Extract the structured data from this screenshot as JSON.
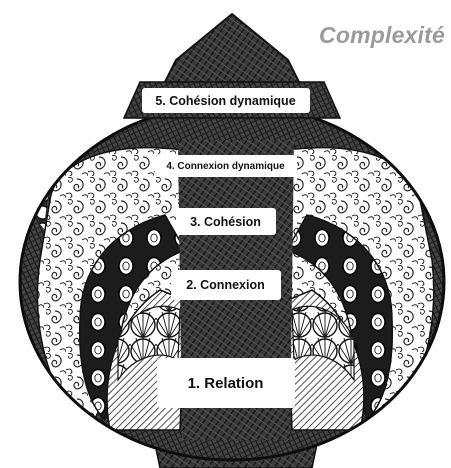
{
  "title": "Complexité",
  "levels": [
    {
      "label": "5. Cohésion dynamique"
    },
    {
      "label": "4. Connexion dynamique"
    },
    {
      "label": "3. Cohésion"
    },
    {
      "label": "2. Connexion"
    },
    {
      "label": "1. Relation"
    }
  ],
  "colors": {
    "ink": "#1a1a1a",
    "title": "#9a9a9a",
    "paper": "#ffffff"
  }
}
